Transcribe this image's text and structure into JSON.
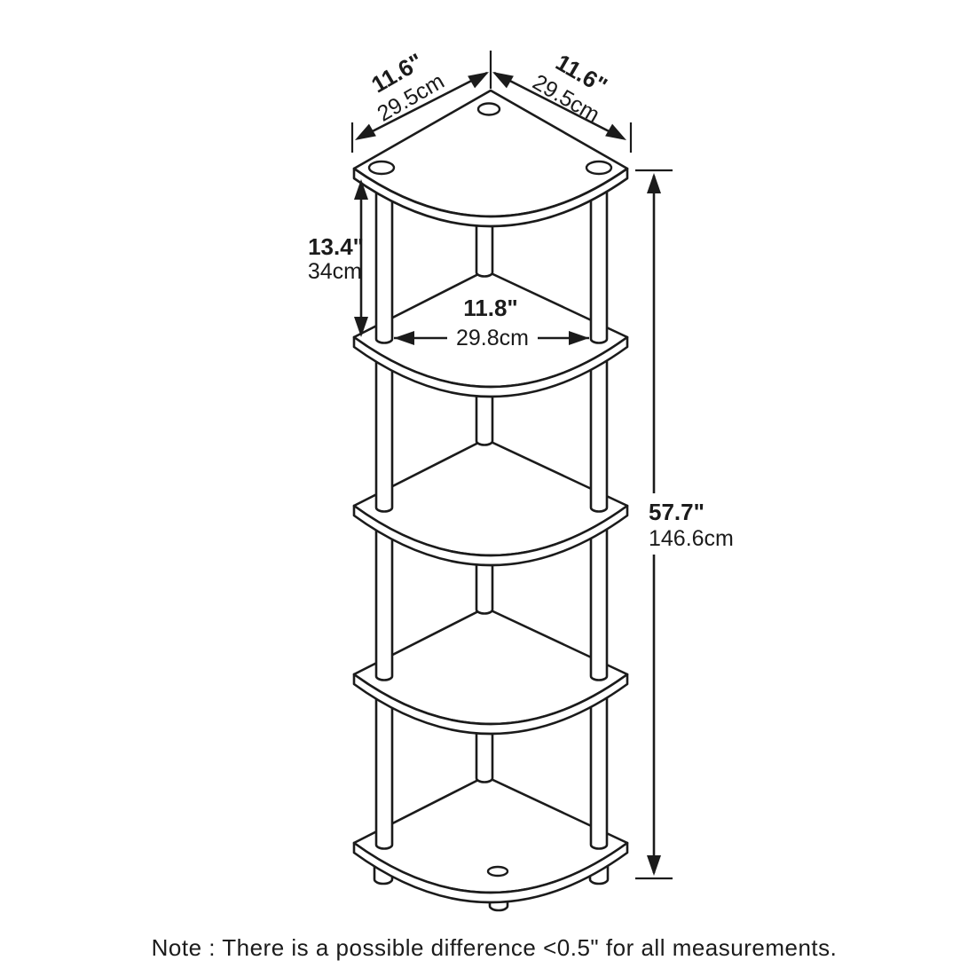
{
  "diagram": {
    "shelf_count": 5,
    "dimensions": {
      "depth_left": {
        "inches": "11.6\"",
        "metric": "29.5cm"
      },
      "depth_right": {
        "inches": "11.6\"",
        "metric": "29.5cm"
      },
      "tier_spacing": {
        "inches": "13.4\"",
        "metric": "34cm"
      },
      "shelf_span": {
        "inches": "11.8\"",
        "metric": "29.8cm"
      },
      "overall_height": {
        "inches": "57.7\"",
        "metric": "146.6cm"
      }
    },
    "note": "Note : There is a possible difference <0.5\" for all measurements.",
    "colors": {
      "line": "#1b1b1b",
      "background": "#ffffff"
    }
  }
}
